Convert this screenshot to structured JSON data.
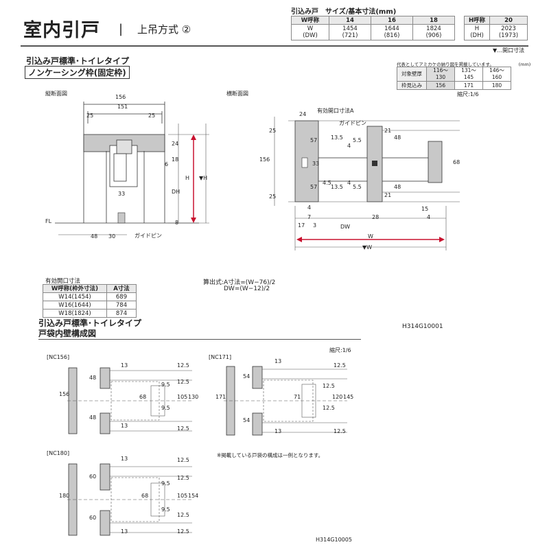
{
  "header": {
    "title": "室内引戸",
    "separator": "|",
    "subtitle": "上吊方式 ②",
    "table_title": "引込み戸　サイズ/基本寸法(mm)",
    "size_table": {
      "row1": [
        "W呼称",
        "14",
        "16",
        "18"
      ],
      "row2": [
        "W\n(DW)",
        "1454\n(721)",
        "1644\n(816)",
        "1824\n(906)"
      ],
      "h_row1": [
        "H呼称",
        "20"
      ],
      "h_row2": [
        "H\n(DH)",
        "2023\n(1973)"
      ]
    },
    "opening_note": "▼…開口寸法"
  },
  "section1": {
    "title": "引込み戸標準･トイレタイプ",
    "frame_type": "ノンケーシング枠(固定枠)",
    "wall_note": "代表としてアミカケの納り図を掲載しています。　　　　　　(mm)",
    "wall_table": {
      "row1": [
        "対象壁厚",
        "116～130",
        "131～145",
        "146～160"
      ],
      "row2": [
        "枠見込み",
        "156",
        "171",
        "180"
      ]
    },
    "vertical_label": "縦断面図",
    "horizontal_label": "横断面図",
    "scale": "縮尺:1/6",
    "v_dims": [
      "156",
      "151",
      "25",
      "25",
      "18",
      "24",
      "6",
      "H",
      "▼H",
      "DH",
      "33",
      "8",
      "FL",
      "48",
      "30",
      "ガイドピン"
    ],
    "h_dims": [
      "24",
      "有効開口寸法A",
      "ガイドピン",
      "25",
      "57",
      "13.5",
      "4",
      "5.5",
      "21",
      "48",
      "156",
      "33",
      "68",
      "4.5",
      "57",
      "13.5",
      "4",
      "5.5",
      "21",
      "48",
      "25",
      "4",
      "7",
      "17",
      "3",
      "DW",
      "28",
      "15",
      "4",
      "W",
      "▼W"
    ]
  },
  "opening_table": {
    "title": "有効開口寸法",
    "header": [
      "W呼称(枠外寸法)",
      "A寸法"
    ],
    "rows": [
      [
        "W14(1454)",
        "689"
      ],
      [
        "W16(1644)",
        "784"
      ],
      [
        "W18(1824)",
        "874"
      ]
    ]
  },
  "formula": {
    "line1": "算出式:A寸法=(W−76)/2",
    "line2": "DW=(W−12)/2"
  },
  "section2": {
    "title": "引込み戸標準･トイレタイプ",
    "subtitle": "戸袋内壁構成図",
    "code": "H314G10001",
    "scale": "縮尺:1/6",
    "nc156_label": "[NC156]",
    "nc171_label": "[NC171]",
    "nc180_label": "[NC180]",
    "note": "※掲載している戸袋の構成は一例となります。",
    "code2": "H314G10005",
    "nc156_dims": [
      "156",
      "48",
      "48",
      "13",
      "13",
      "68",
      "9.5",
      "9.5",
      "105",
      "130",
      "12.5",
      "12.5",
      "12.5"
    ],
    "nc171_dims": [
      "171",
      "54",
      "54",
      "13",
      "13",
      "71",
      "12.5",
      "12.5",
      "120",
      "145",
      "12.5",
      "12.5"
    ],
    "nc180_dims": [
      "180",
      "60",
      "60",
      "13",
      "13",
      "68",
      "9.5",
      "9.5",
      "105",
      "154",
      "12.5",
      "12.5",
      "12.5",
      "12.5"
    ]
  },
  "colors": {
    "accent": "#c8102e",
    "wood": "#c8c8c8",
    "line": "#333333"
  }
}
